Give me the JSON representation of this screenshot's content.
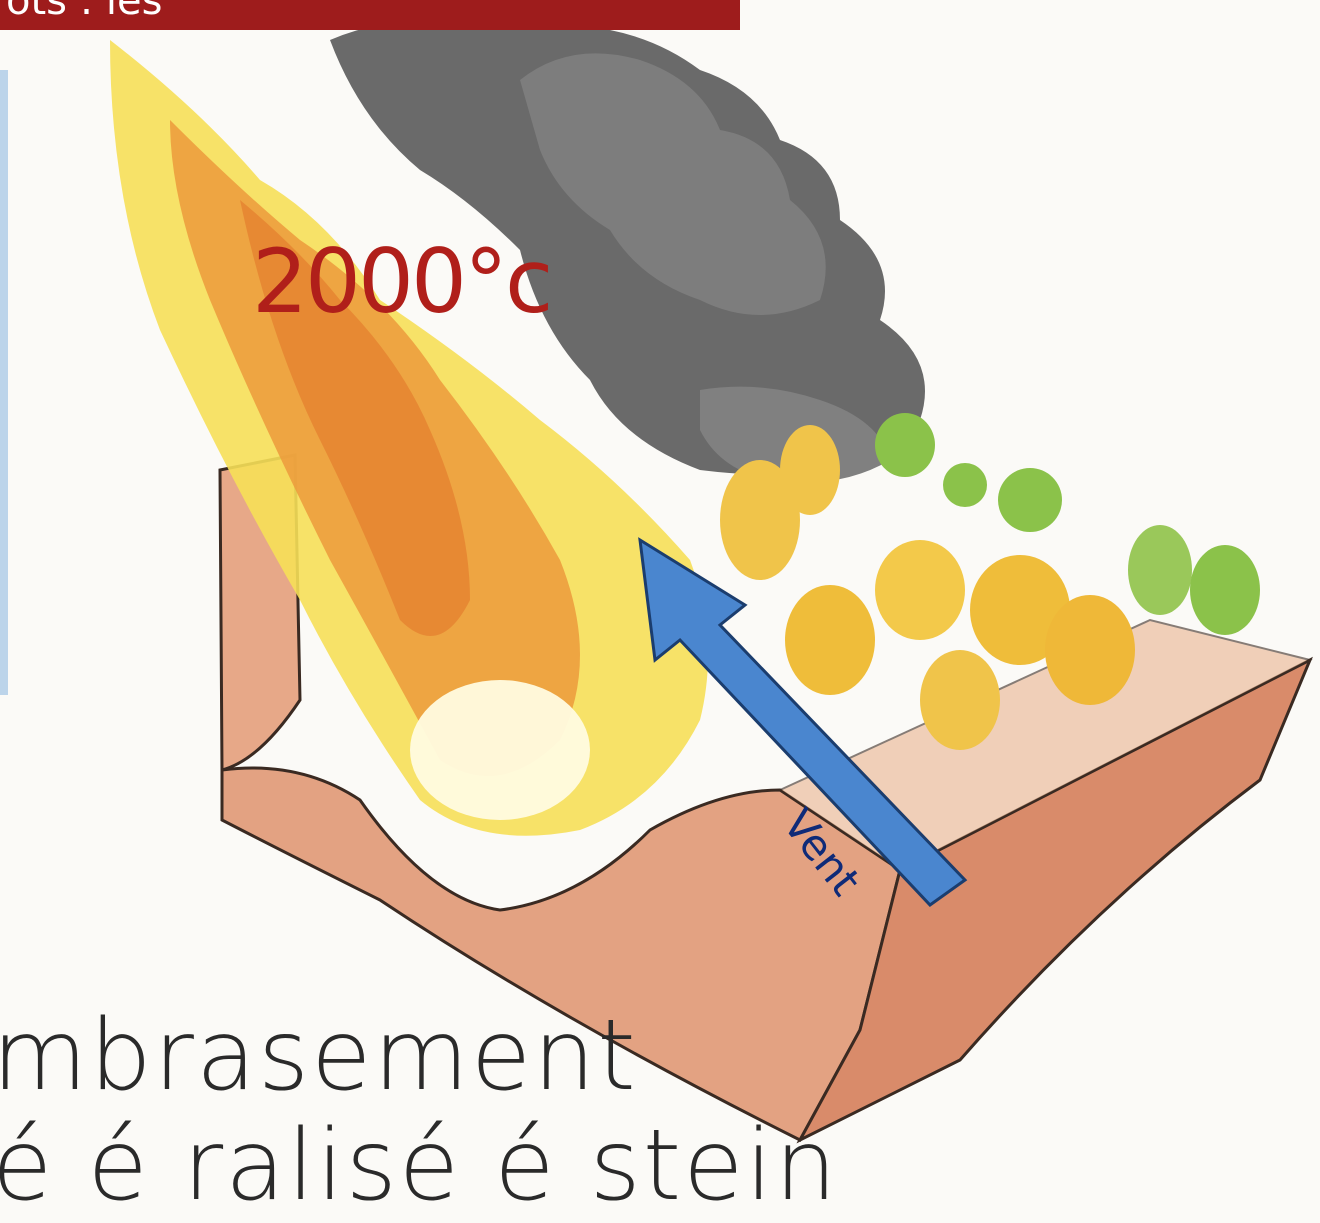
{
  "header": {
    "text": "ots : les"
  },
  "labels": {
    "temperature": "2000°c",
    "wind": "Vent"
  },
  "caption": {
    "line1": "mbrasement",
    "line2": "é é ralisé é stein"
  },
  "colors": {
    "header_red": "#9e1c1c",
    "temperature_red": "#b01f1a",
    "wind_blue": "#4a86cf",
    "ground_brown": "#d98b6a",
    "smoke_gray": "#5e5e5e",
    "flame_yellow": "#f6df58",
    "flame_orange": "#ec9a3c",
    "tree_green": "#8bc24a"
  }
}
